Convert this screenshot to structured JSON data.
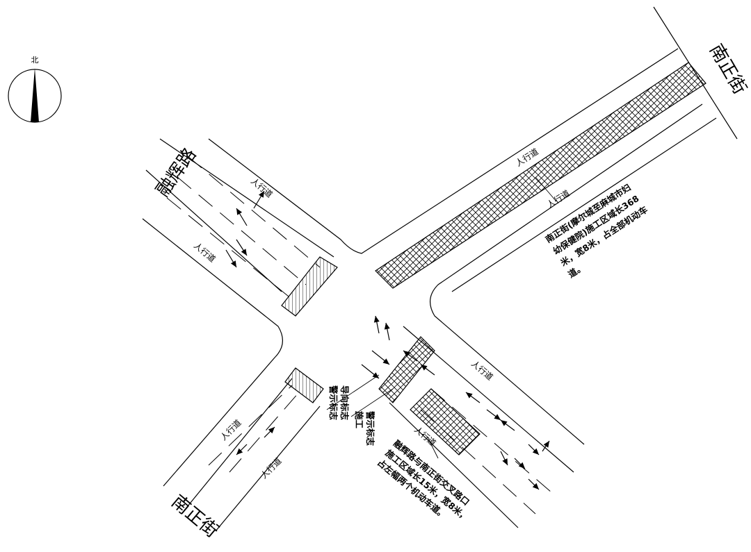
{
  "compass": {
    "label": "北"
  },
  "roads": {
    "ronghui_north": "融辉路",
    "nanzheng_north": "南正街",
    "nanzheng_south": "南正街"
  },
  "sidewalk_labels": {
    "ne_upper": "人行道",
    "ne_lower": "人行道",
    "nw_upper": "人行道",
    "nw_lower": "人行道",
    "se_upper": "人行道",
    "se_lower": "人行道",
    "sw_upper": "人行道",
    "sw_lower": "人行道"
  },
  "notes": {
    "nanzheng_zone": [
      "南正街(摩尔城至麻城市妇",
      "幼保健院)施工区域长368",
      "米，宽8米，占全部机动车",
      "道。"
    ],
    "intersection_zone": [
      "融辉路与南正街交叉路口",
      "施工区域长15米，宽8米，",
      "占左幅两个机动车道。"
    ],
    "barrier_a": [
      "警示标志",
      "导向标志"
    ],
    "barrier_b": [
      "施工",
      "警示标志"
    ]
  }
}
